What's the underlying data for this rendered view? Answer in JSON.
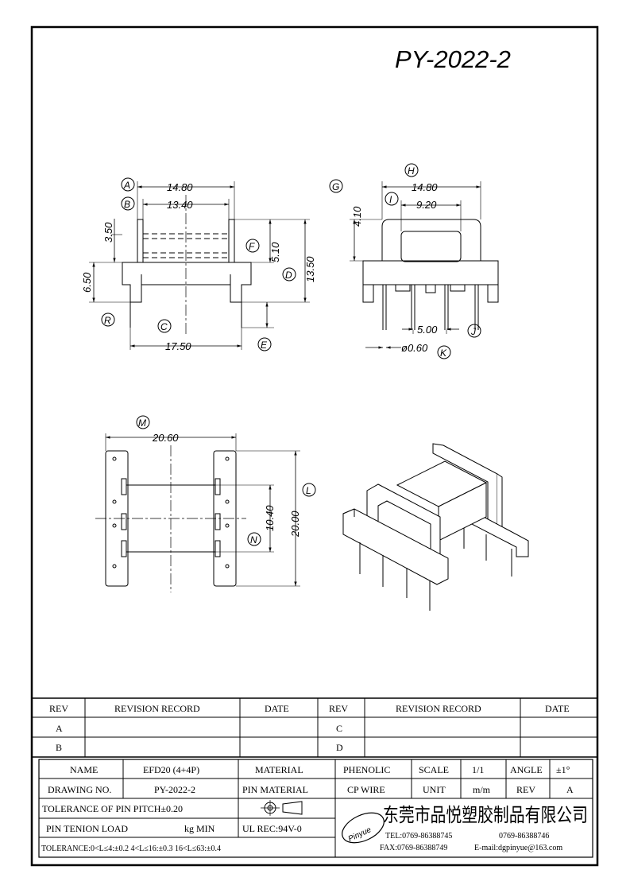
{
  "drawing_number": "PY-2022-2",
  "front_view": {
    "dims": {
      "A": "14.80",
      "B": "13.40",
      "height_upper": "3.50",
      "height_total": "6.50",
      "F": "5.10",
      "overall": "13.50",
      "C": "17.50"
    },
    "callouts": {
      "A": "A",
      "B": "B",
      "C": "C",
      "D": "D",
      "E": "E",
      "F": "F",
      "R": "R"
    }
  },
  "side_view": {
    "dims": {
      "H": "14.80",
      "G": "4.10",
      "I": "9.20",
      "J": "5.00",
      "K": "ø0.60"
    },
    "callouts": {
      "G": "G",
      "H": "H",
      "I": "I",
      "J": "J",
      "K": "K"
    }
  },
  "top_view": {
    "dims": {
      "M": "20.60",
      "L": "20.00",
      "N": "10.40"
    },
    "callouts": {
      "L": "L",
      "M": "M",
      "N": "N"
    }
  },
  "revision_table": {
    "headers": {
      "rev": "REV",
      "record": "REVISION RECORD",
      "date": "DATE"
    },
    "left_rows": [
      "A",
      "B"
    ],
    "right_rows": [
      "C",
      "D"
    ]
  },
  "title_block": {
    "name_label": "NAME",
    "name_value": "EFD20 (4+4P)",
    "material_label": "MATERIAL",
    "material_value": "PHENOLIC",
    "scale_label": "SCALE",
    "scale_value": "1/1",
    "angle_label": "ANGLE",
    "angle_value": "±1°",
    "drawing_no_label": "DRAWING NO.",
    "drawing_no_value": "PY-2022-2",
    "pin_material_label": "PIN MATERIAL",
    "pin_material_value": "CP WIRE",
    "unit_label": "UNIT",
    "unit_value": "m/m",
    "rev_label": "REV",
    "rev_value": "A",
    "pin_pitch_tolerance": "TOLERANCE OF PIN PITCH±0.20",
    "pin_tension_label": "PIN TENION LOAD",
    "pin_tension_unit": "kg MIN",
    "ul_rec": "UL REC:94V-0",
    "tolerance_line": "TOLERANCE:0<L≤4:±0.2  4<L≤16:±0.3  16<L≤63:±0.4",
    "company_name": "东莞市品悦塑胶制品有限公司",
    "logo_text": "Pinyue",
    "tel": "TEL:0769-86388745",
    "tel2": "0769-86388746",
    "fax": "FAX:0769-86388749",
    "email": "E-mail:dgpinyue@163.com"
  }
}
